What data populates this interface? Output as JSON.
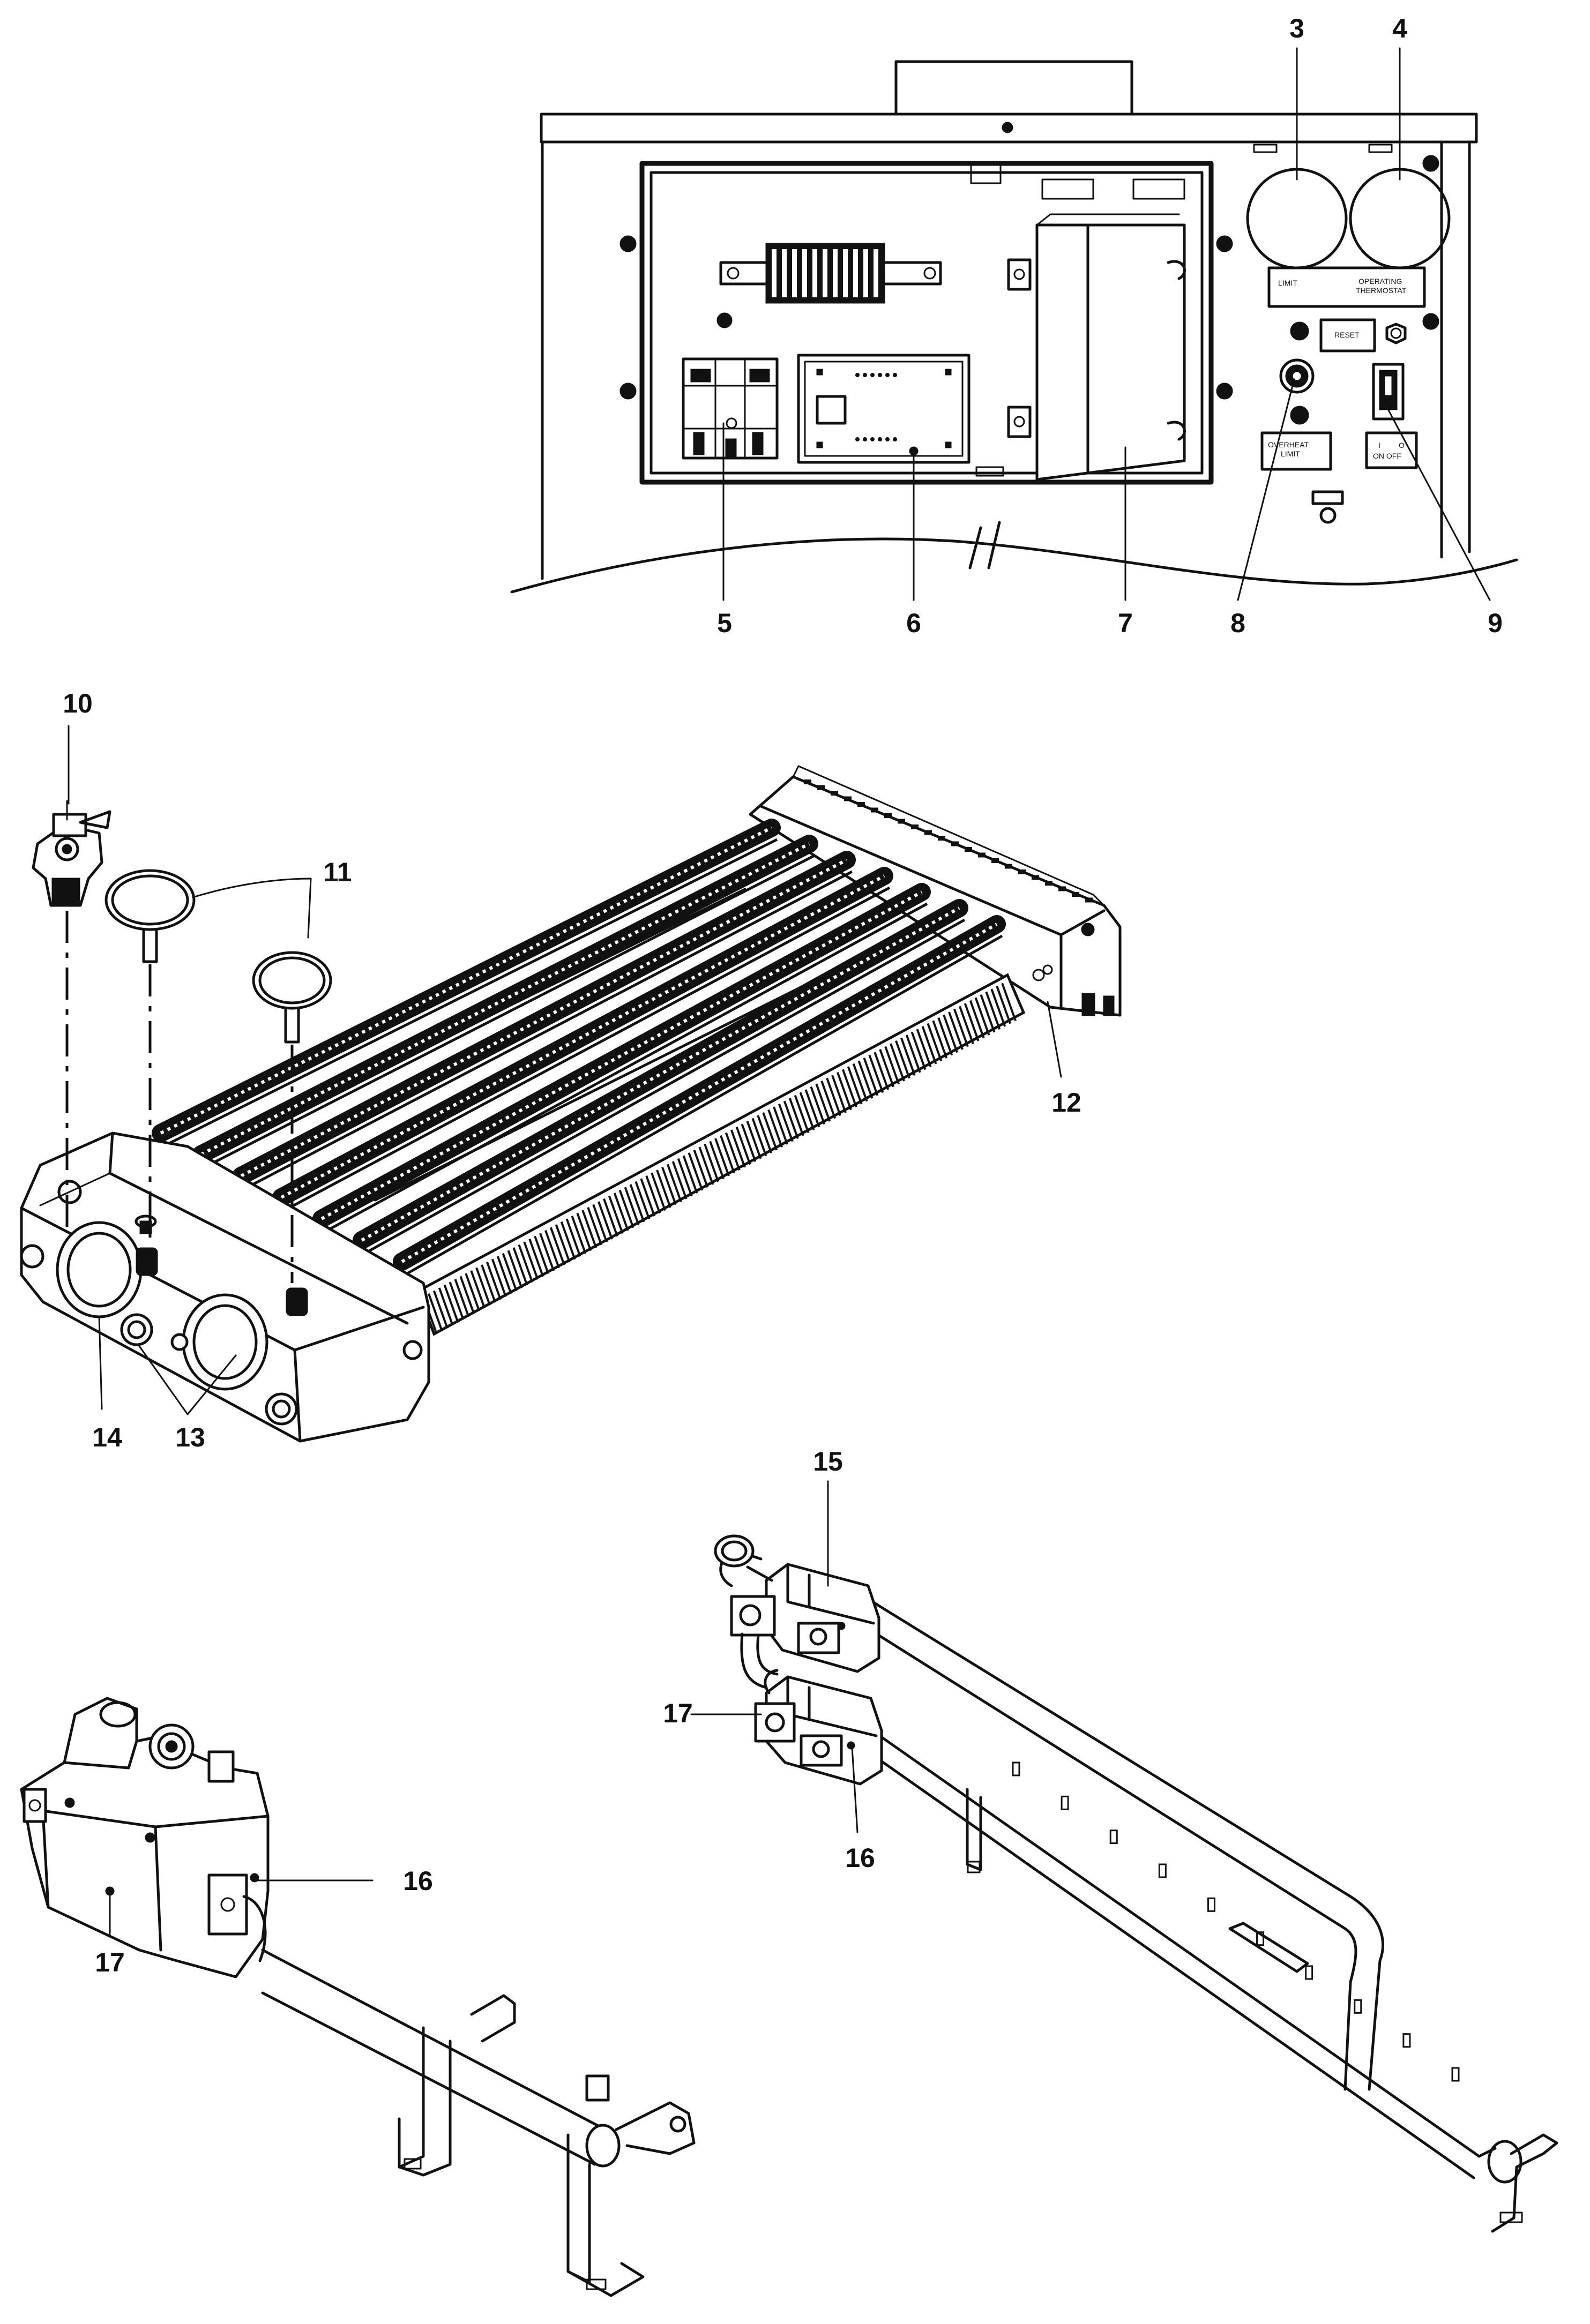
{
  "callouts": {
    "c3": "3",
    "c4": "4",
    "c5": "5",
    "c6": "6",
    "c7": "7",
    "c8": "8",
    "c9": "9",
    "c10": "10",
    "c11": "11",
    "c12": "12",
    "c13": "13",
    "c14": "14",
    "c15": "15",
    "c16a": "16",
    "c17a": "17",
    "c16b": "16",
    "c17b": "17"
  },
  "panel_labels": {
    "limit": "LIMIT",
    "operating_thermostat_1": "OPERATING",
    "operating_thermostat_2": "THERMOSTAT",
    "reset": "RESET",
    "overheat_1": "OVERHEAT",
    "overheat_2": "LIMIT",
    "power_i": "I",
    "power_o": "O",
    "on_off": "ON  OFF"
  }
}
